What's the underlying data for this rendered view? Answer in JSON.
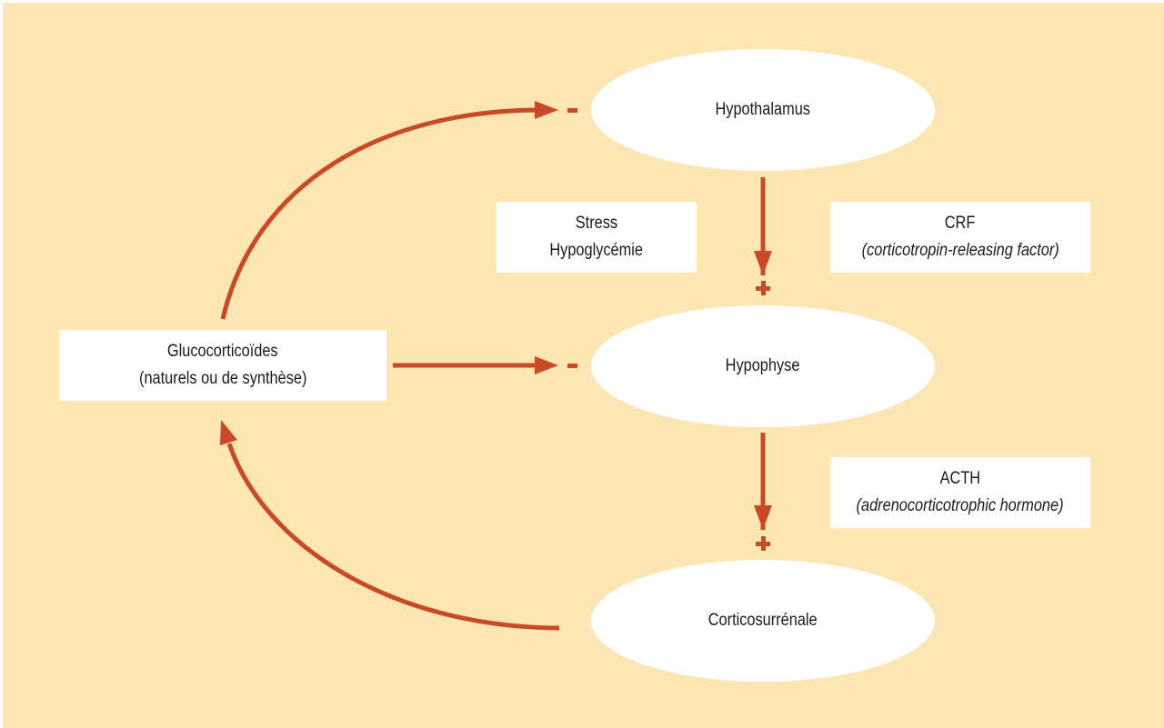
{
  "colors": {
    "background": "#fce6b4",
    "arrow": "#c84a26",
    "node_fill": "#ffffff",
    "text": "#1a1a1a"
  },
  "nodes": {
    "hypothalamus": "Hypothalamus",
    "hypophyse": "Hypophyse",
    "corticosurrenale": "Corticosurrénale"
  },
  "boxes": {
    "stimuli": {
      "line1": "Stress",
      "line2": "Hypoglycémie"
    },
    "crf": {
      "line1": "CRF",
      "line2": "(corticotropin-releasing factor)"
    },
    "acth": {
      "line1": "ACTH",
      "line2": "(adrenocorticotrophic hormone)"
    },
    "glucocorticoides": {
      "line1": "Glucocorticoïdes",
      "line2": "(naturels ou de synthèse)"
    }
  },
  "edges": [
    {
      "from": "hypothalamus",
      "to": "hypophyse",
      "sign": "+"
    },
    {
      "from": "hypophyse",
      "to": "corticosurrenale",
      "sign": "+"
    },
    {
      "from": "corticosurrenale",
      "to": "glucocorticoides",
      "sign": ""
    },
    {
      "from": "glucocorticoides",
      "to": "hypothalamus",
      "sign": "-"
    },
    {
      "from": "glucocorticoides",
      "to": "hypophyse",
      "sign": "-"
    }
  ]
}
